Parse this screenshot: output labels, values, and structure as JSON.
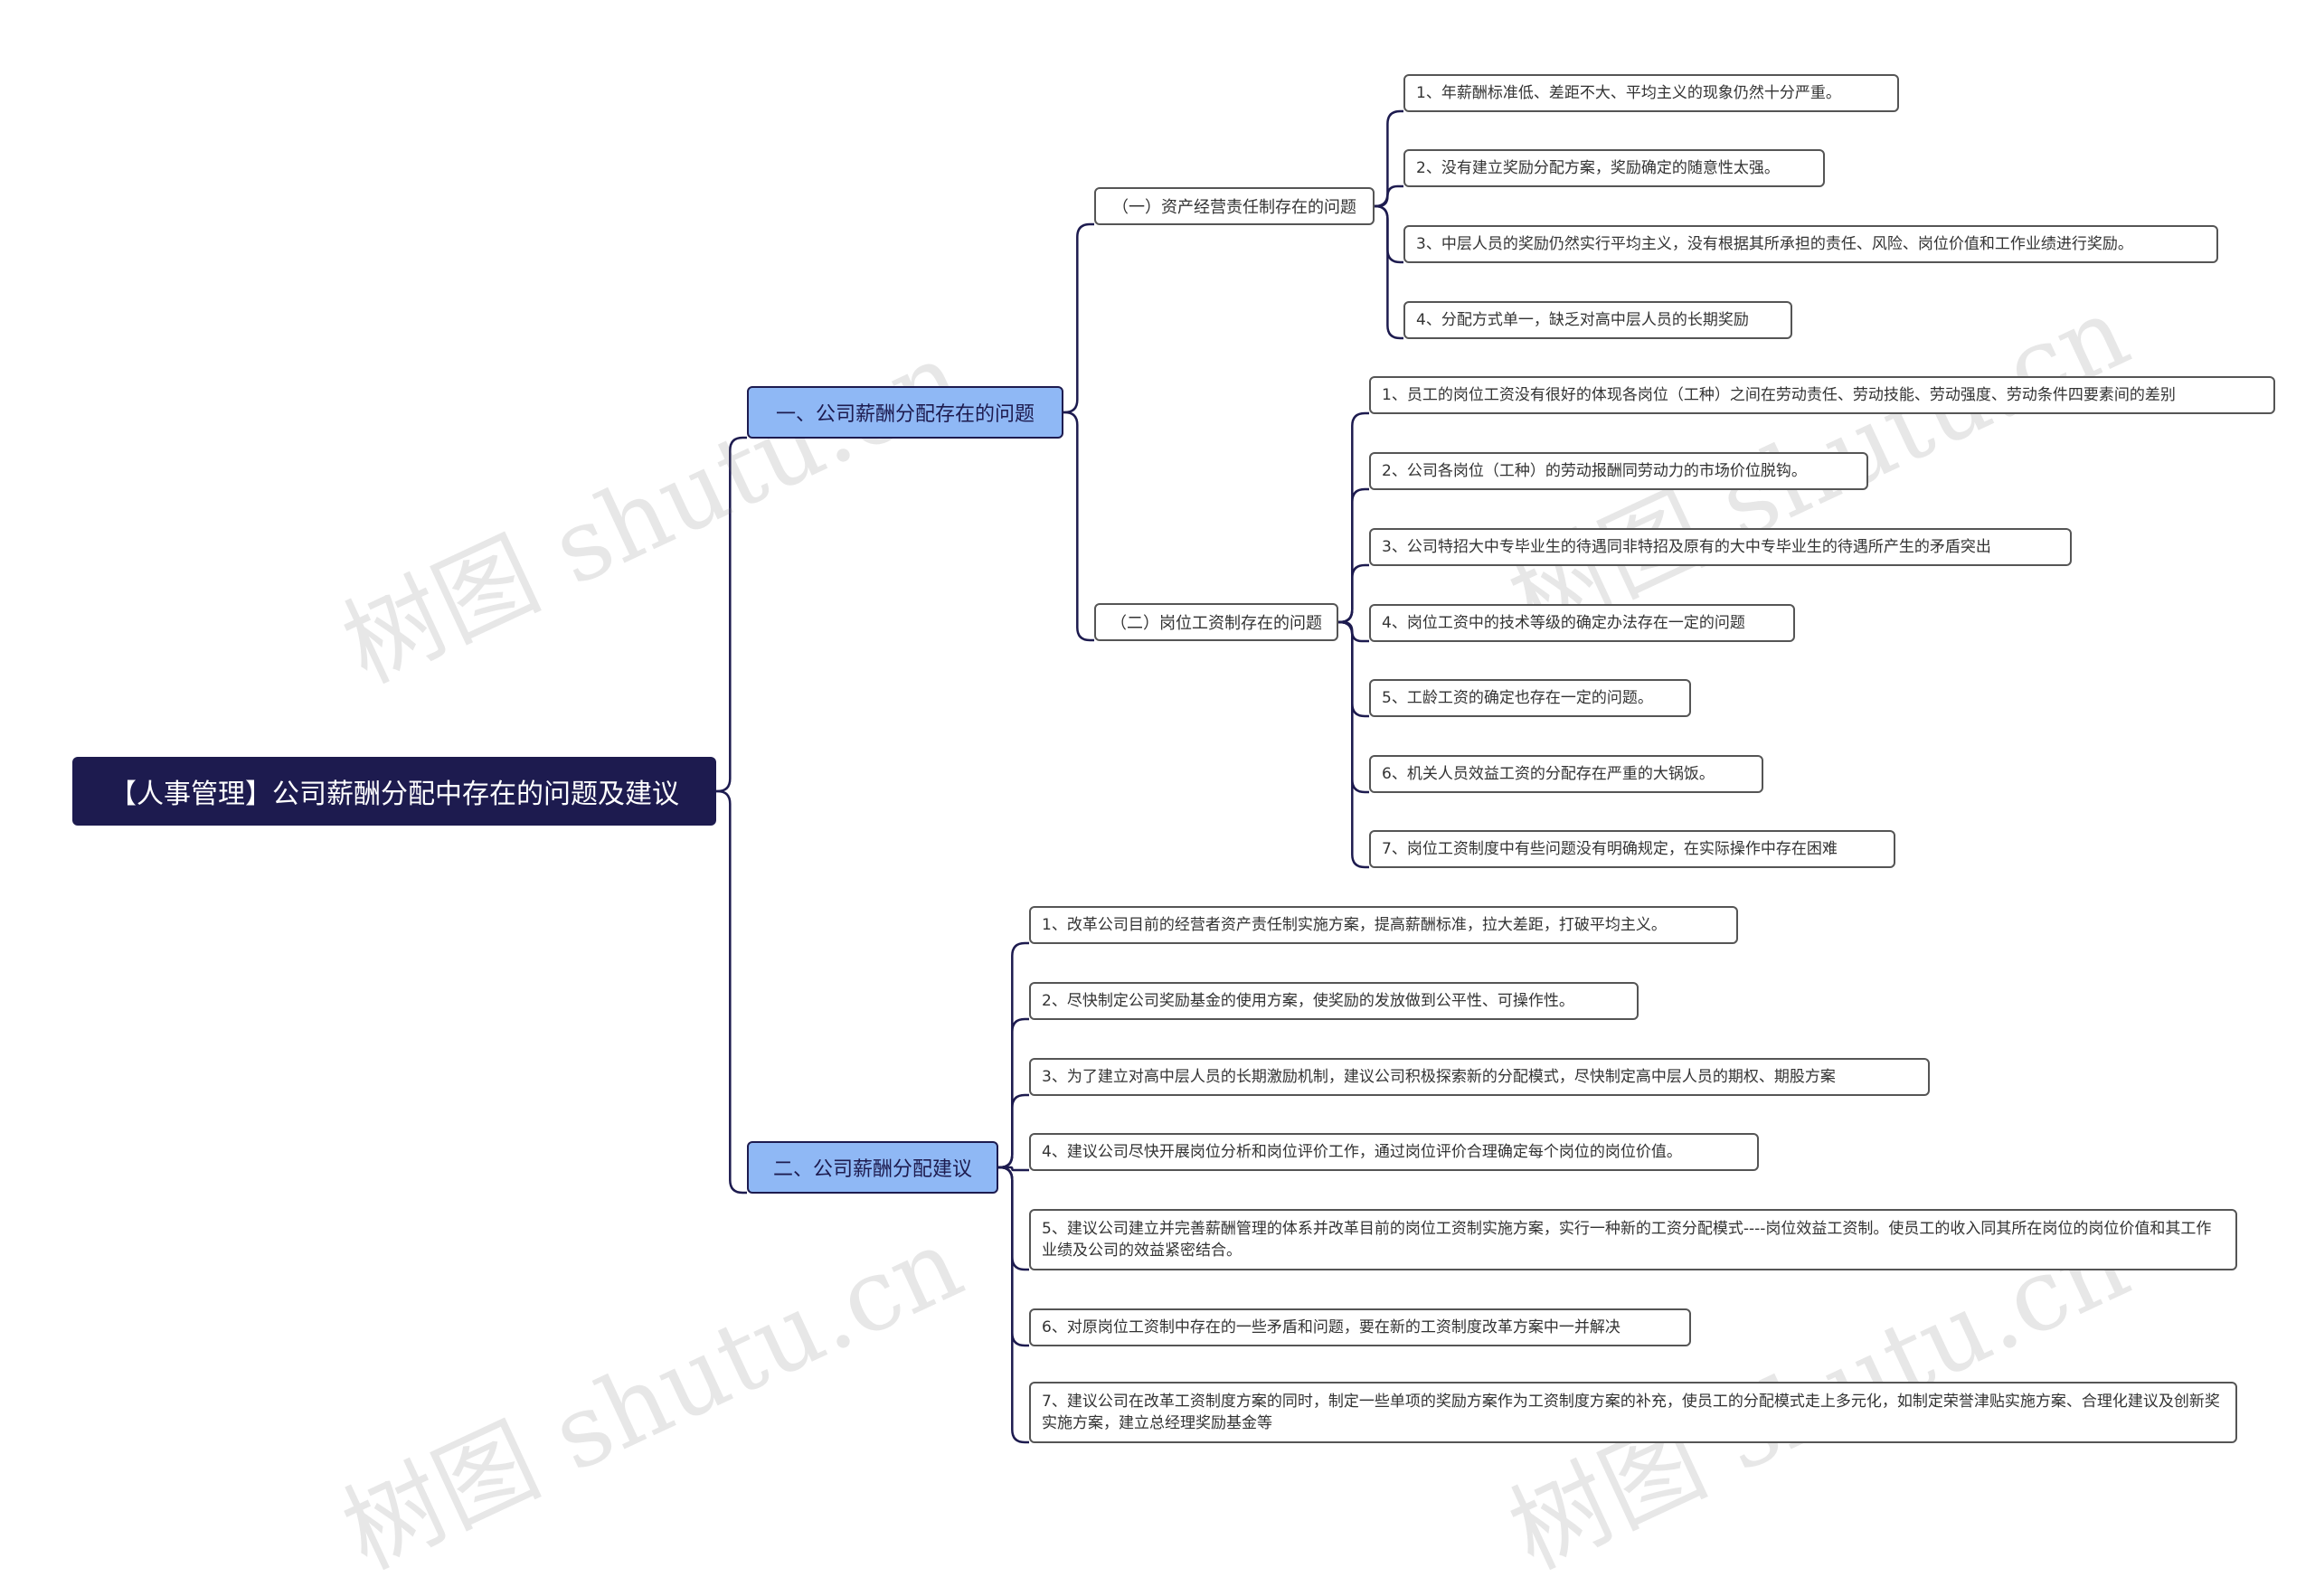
{
  "root": {
    "label": "【人事管理】公司薪酬分配中存在的问题及建议"
  },
  "branches": [
    {
      "label": "一、公司薪酬分配存在的问题",
      "children": [
        {
          "label": "（一）资产经营责任制存在的问题",
          "items": [
            "1、年薪酬标准低、差距不大、平均主义的现象仍然十分严重。",
            "2、没有建立奖励分配方案，奖励确定的随意性太强。",
            "3、中层人员的奖励仍然实行平均主义，没有根据其所承担的责任、风险、岗位价值和工作业绩进行奖励。",
            "4、分配方式单一，缺乏对高中层人员的长期奖励"
          ]
        },
        {
          "label": "（二）岗位工资制存在的问题",
          "items": [
            "1、员工的岗位工资没有很好的体现各岗位（工种）之间在劳动责任、劳动技能、劳动强度、劳动条件四要素间的差别",
            "2、公司各岗位（工种）的劳动报酬同劳动力的市场价位脱钩。",
            "3、公司特招大中专毕业生的待遇同非特招及原有的大中专毕业生的待遇所产生的矛盾突出",
            "4、岗位工资中的技术等级的确定办法存在一定的问题",
            "5、工龄工资的确定也存在一定的问题。",
            "6、机关人员效益工资的分配存在严重的大锅饭。",
            "7、岗位工资制度中有些问题没有明确规定，在实际操作中存在困难"
          ]
        }
      ]
    },
    {
      "label": "二、公司薪酬分配建议",
      "items": [
        "1、改革公司目前的经营者资产责任制实施方案，提高薪酬标准，拉大差距，打破平均主义。",
        "2、尽快制定公司奖励基金的使用方案，使奖励的发放做到公平性、可操作性。",
        "3、为了建立对高中层人员的长期激励机制，建议公司积极探索新的分配模式，尽快制定高中层人员的期权、期股方案",
        "4、建议公司尽快开展岗位分析和岗位评价工作，通过岗位评价合理确定每个岗位的岗位价值。",
        "5、建议公司建立并完善薪酬管理的体系并改革目前的岗位工资制实施方案，实行一种新的工资分配模式----岗位效益工资制。使员工的收入同其所在岗位的岗位价值和其工作业绩及公司的效益紧密结合。",
        "6、对原岗位工资制中存在的一些矛盾和问题，要在新的工资制度改革方案中一并解决",
        "7、建议公司在改革工资制度方案的同时，制定一些单项的奖励方案作为工资制度方案的补充，使员工的分配模式走上多元化，如制定荣誉津贴实施方案、合理化建议及创新奖实施方案，建立总经理奖励基金等"
      ]
    }
  ],
  "watermark": "树图 shutu.cn",
  "colors": {
    "root": "#1d1b4f",
    "branch": "#8fb8f5",
    "line": "#1d1b4f"
  }
}
